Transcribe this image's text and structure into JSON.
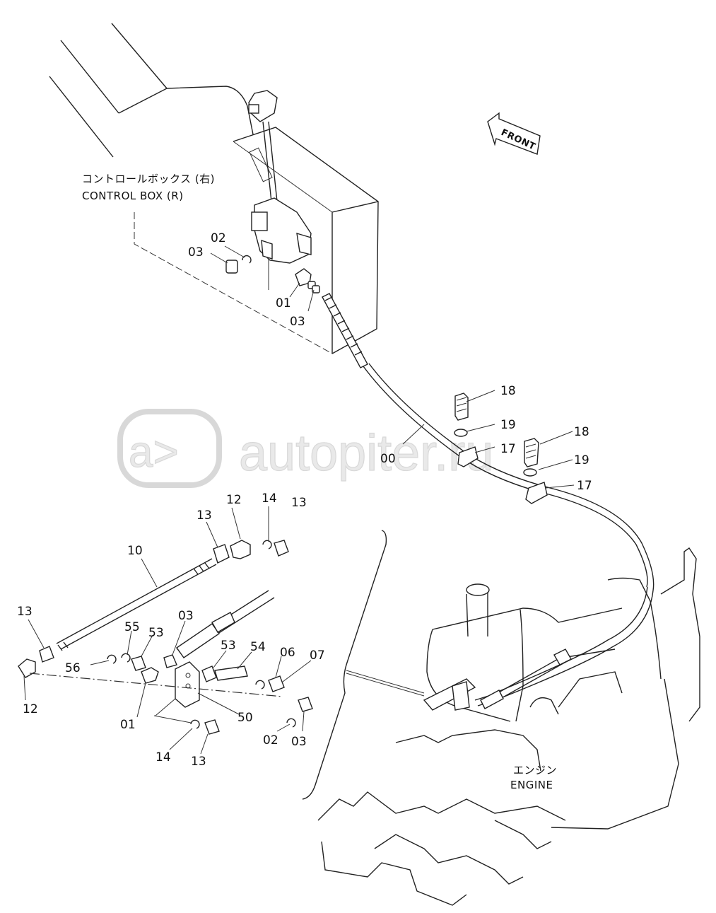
{
  "captions": {
    "control_box_ja": "コントロールボックス (右)",
    "control_box_en": "CONTROL BOX (R)",
    "engine_ja": "エンジン",
    "engine_en": "ENGINE",
    "front": "FRONT"
  },
  "watermark": {
    "text": "autopiter.ru",
    "logo_text": "a>"
  },
  "callouts": [
    {
      "id": "c-02-top",
      "text": "02"
    },
    {
      "id": "c-03-top",
      "text": "03"
    },
    {
      "id": "c-01-top",
      "text": "01"
    },
    {
      "id": "c-03-mid",
      "text": "03"
    },
    {
      "id": "c-18-a",
      "text": "18"
    },
    {
      "id": "c-19-a",
      "text": "19"
    },
    {
      "id": "c-17-a",
      "text": "17"
    },
    {
      "id": "c-00",
      "text": "00"
    },
    {
      "id": "c-18-b",
      "text": "18"
    },
    {
      "id": "c-19-b",
      "text": "19"
    },
    {
      "id": "c-17-b",
      "text": "17"
    },
    {
      "id": "c-12-top",
      "text": "12"
    },
    {
      "id": "c-14-top",
      "text": "14"
    },
    {
      "id": "c-13-topright",
      "text": "13"
    },
    {
      "id": "c-13-topleft",
      "text": "13"
    },
    {
      "id": "c-10",
      "text": "10"
    },
    {
      "id": "c-13-left",
      "text": "13"
    },
    {
      "id": "c-55",
      "text": "55"
    },
    {
      "id": "c-53-a",
      "text": "53"
    },
    {
      "id": "c-03-low",
      "text": "03"
    },
    {
      "id": "c-56",
      "text": "56"
    },
    {
      "id": "c-53-b",
      "text": "53"
    },
    {
      "id": "c-54",
      "text": "54"
    },
    {
      "id": "c-06",
      "text": "06"
    },
    {
      "id": "c-07",
      "text": "07"
    },
    {
      "id": "c-12-bottom",
      "text": "12"
    },
    {
      "id": "c-01-bottom",
      "text": "01"
    },
    {
      "id": "c-50",
      "text": "50"
    },
    {
      "id": "c-02-bottom",
      "text": "02"
    },
    {
      "id": "c-03-bottom",
      "text": "03"
    },
    {
      "id": "c-14-bottom",
      "text": "14"
    },
    {
      "id": "c-13-bottom",
      "text": "13"
    }
  ]
}
